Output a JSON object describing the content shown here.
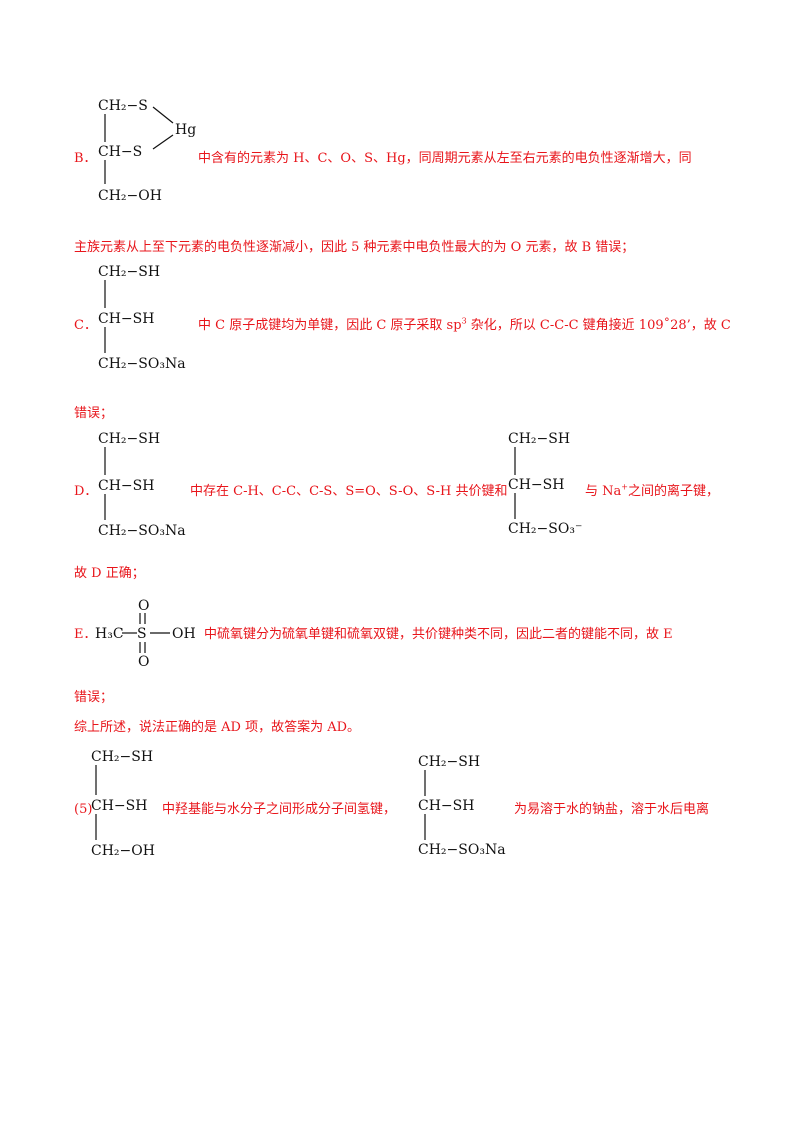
{
  "colors": {
    "text": "#e8151b",
    "structure": "#111111",
    "background": "#ffffff"
  },
  "b": {
    "label": "B．",
    "text1": "中含有的元素为 H、C、O、S、Hg，同周期元素从左至右元素的电负性逐渐增大，同",
    "text2": "主族元素从上至下元素的电负性逐渐减小，因此 5 种元素中电负性最大的为 O 元素，故 B 错误；",
    "s_top": "CH₂−S",
    "s_hg": "Hg",
    "s_mid": "CH−S",
    "s_bot": "CH₂−OH"
  },
  "c": {
    "label": "C．",
    "text_pre": "中 C 原子成键均为单键，因此 C 原子采取 sp",
    "sup": "3",
    "text_post": " 杂化，所以 C-C-C 键角接近 109˚28’，故 C",
    "text2": "错误；",
    "s_top": "CH₂−SH",
    "s_mid": "CH−SH",
    "s_bot": "CH₂−SO₃Na"
  },
  "d": {
    "label": "D．",
    "text_mid": "中存在 C-H、C-C、C-S、S=O、S-O、S-H 共价键和",
    "text_post_pre": "与 Na",
    "text_post_sup": "+",
    "text_post_end": "之间的离子键，",
    "text2": "故 D 正确；",
    "s_top": "CH₂−SH",
    "s_mid": "CH−SH",
    "s_bot": "CH₂−SO₃Na",
    "s2_top": "CH₂−SH",
    "s2_mid": "CH−SH",
    "s2_bot": "CH₂−SO₃⁻"
  },
  "e": {
    "label": "E．",
    "text1": "中硫氧键分为硫氧单键和硫氧双键，共价键种类不同，因此二者的键能不同，故 E",
    "text2": "错误；",
    "s_h3c": "H₃C",
    "s_s": "S",
    "s_oh": "OH",
    "s_o_top": "O",
    "s_o_bot": "O"
  },
  "summary": "综上所述，说法正确的是 AD 项，故答案为 AD。",
  "q5": {
    "label": "(5)",
    "text_mid": "中羟基能与水分子之间形成分子间氢键，",
    "text_end": "为易溶于水的钠盐，溶于水后电离",
    "s_top": "CH₂−SH",
    "s_mid": "CH−SH",
    "s_bot": "CH₂−OH",
    "s2_top": "CH₂−SH",
    "s2_mid": "CH−SH",
    "s2_bot": "CH₂−SO₃Na"
  }
}
